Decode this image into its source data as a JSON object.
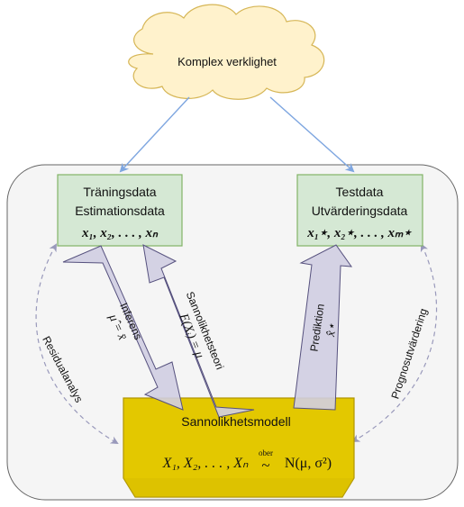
{
  "cloud": {
    "label": "Komplex verklighet"
  },
  "training_box": {
    "title": "Träningsdata",
    "subtitle": "Estimationsdata",
    "formula": "x₁, x₂, . . . , xₙ"
  },
  "test_box": {
    "title": "Testdata",
    "subtitle": "Utvärderingsdata",
    "formula": "x₁⋆, x₂⋆, . . . , xₘ⋆"
  },
  "model_box": {
    "title": "Sannolikhetsmodell",
    "formula_left": "X₁, X₂, . . . , Xₙ",
    "formula_rel": "~",
    "formula_rel_label": "ober",
    "formula_right": "N(μ, σ²)"
  },
  "arrows": {
    "inferens": {
      "label": "Inferens",
      "formula": "μ̂ = x̄"
    },
    "sannolikhetsteori": {
      "label": "Sannolikhetsteori",
      "formula": "E(Xᵢ) = μ"
    },
    "prediktion": {
      "label": "Prediktion",
      "formula": "x̂⋆"
    },
    "residualanalys": {
      "label": "Residualanalys"
    },
    "prognosutvardering": {
      "label": "Prognosutvärdering"
    }
  },
  "colors": {
    "outer_fill": "#f5f5f5",
    "green_box_fill": "#d5e8d4",
    "green_box_stroke": "#82b366",
    "model_fill": "#e3c800",
    "model_stroke": "#b09500",
    "arrow_fill": "#d0cee2",
    "arrow_stroke": "#56517e",
    "cloud_fill": "#fff2cc",
    "cloud_stroke": "#d6b656",
    "blue_line": "#7ea6e0",
    "dashed_line": "#9999bb"
  }
}
